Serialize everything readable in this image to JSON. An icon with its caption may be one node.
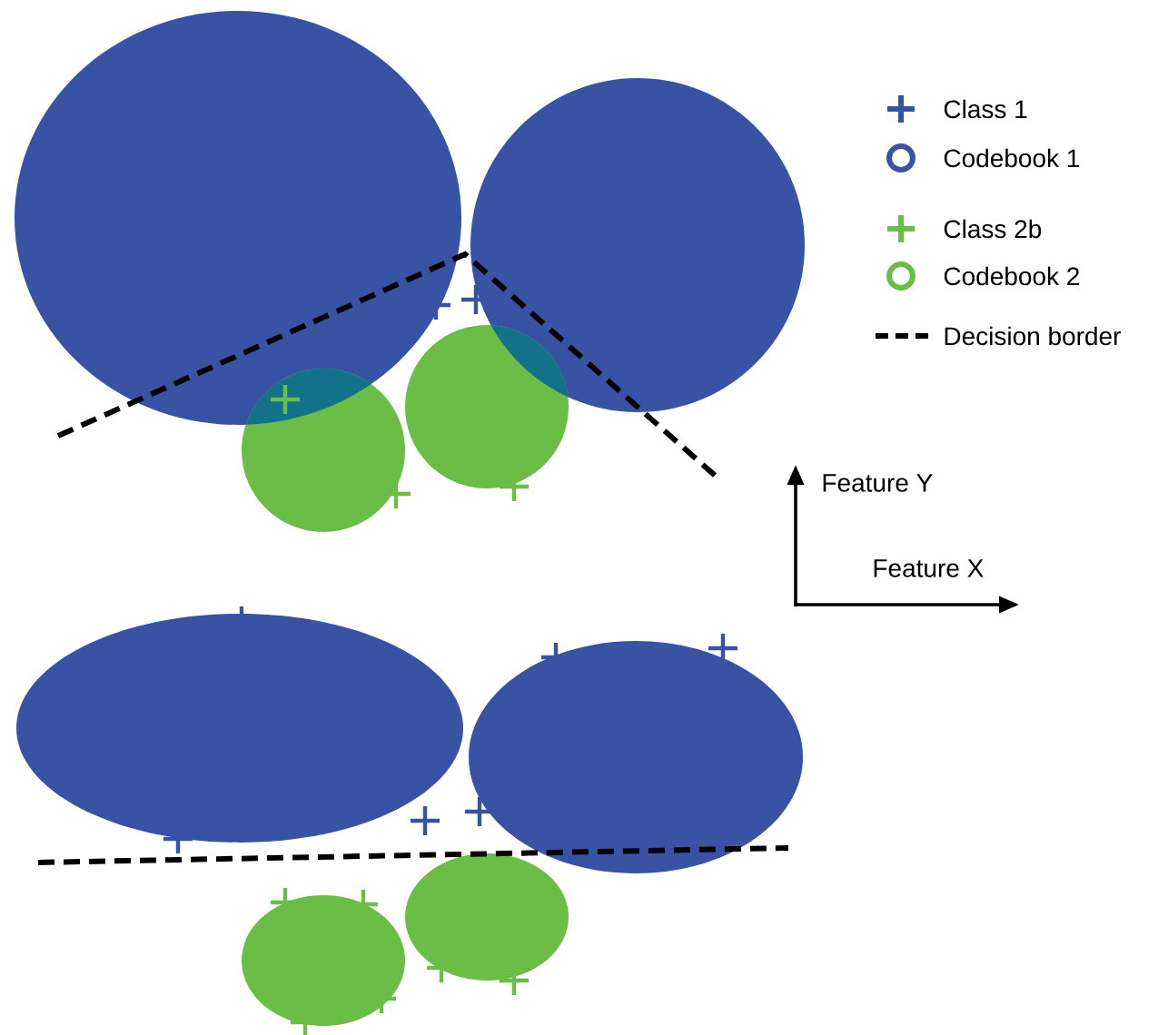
{
  "diagram": {
    "labels": [
      "Feature Y",
      "Feature X"
    ],
    "legend": [
      {
        "text": "Class 1"
      },
      {
        "text": "Codebook 1"
      },
      {
        "text": "Class 2b"
      },
      {
        "text": "Codebook 2"
      },
      {
        "text": "Decision border"
      }
    ]
  }
}
